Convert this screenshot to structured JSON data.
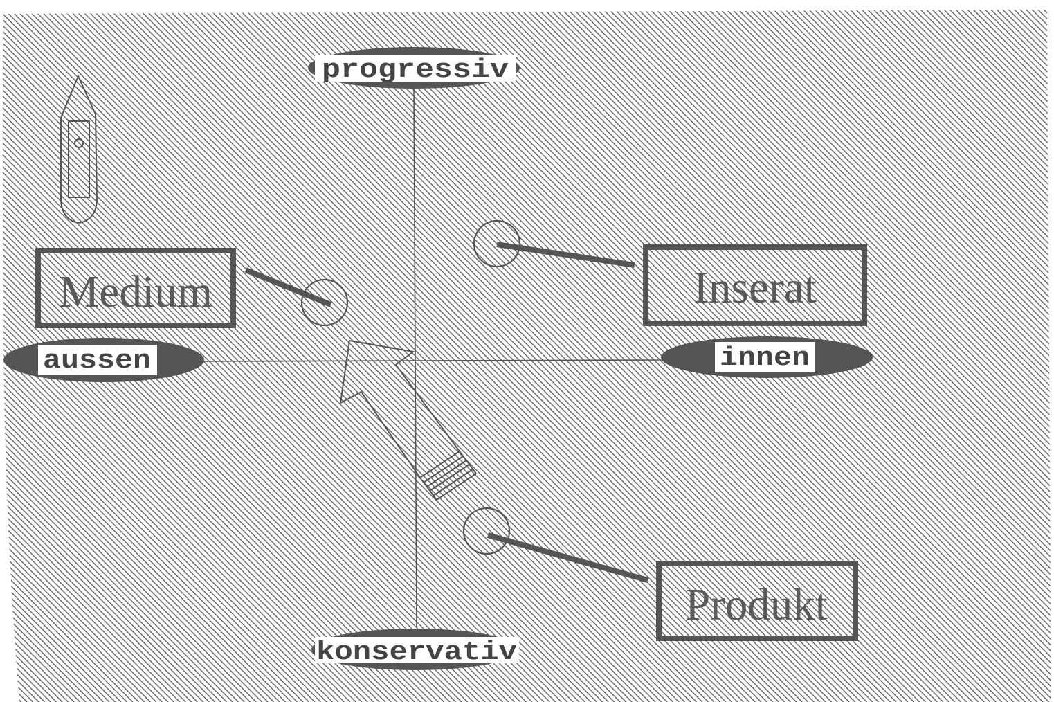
{
  "axes": {
    "top": "progressiv",
    "bottom": "konservativ",
    "left": "aussen",
    "right": "innen"
  },
  "boxes": {
    "medium": "Medium",
    "inserat": "Inserat",
    "produkt": "Produkt"
  },
  "icons": {
    "ship": "ship-icon",
    "arrow": "arrow-icon"
  },
  "colors": {
    "ink": "#555555",
    "background": "#ffffff"
  }
}
